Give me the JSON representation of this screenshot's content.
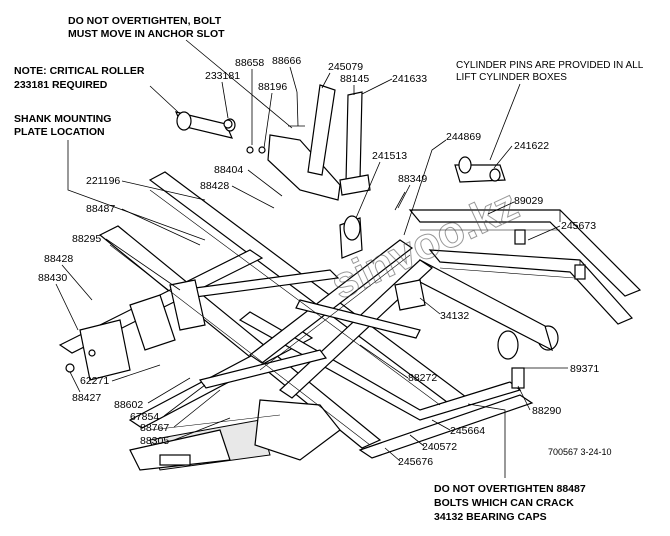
{
  "notes": {
    "top": [
      "DO NOT OVERTIGHTEN, BOLT",
      "MUST MOVE IN ANCHOR SLOT"
    ],
    "roller": [
      "NOTE: CRITICAL ROLLER",
      "233181 REQUIRED"
    ],
    "shank": [
      "SHANK MOUNTING",
      "PLATE LOCATION"
    ],
    "cylinder": [
      "CYLINDER PINS ARE PROVIDED IN ALL",
      "LIFT CYLINDER BOXES"
    ],
    "bottom": [
      "DO NOT OVERTIGHTEN 88487",
      "BOLTS WHICH CAN CRACK",
      "34132 BEARING CAPS"
    ]
  },
  "parts": {
    "p88658": "88658",
    "p88666": "88666",
    "p233181": "233181",
    "p88196": "88196",
    "p245079": "245079",
    "p88145": "88145",
    "p241633": "241633",
    "p244869": "244869",
    "p241622": "241622",
    "p241513": "241513",
    "p88404": "88404",
    "p88428a": "88428",
    "p88349": "88349",
    "p89029": "89029",
    "p221196": "221196",
    "p88487": "88487",
    "p245673": "245673",
    "p88295": "88295",
    "p88428b": "88428",
    "p88430": "88430",
    "p34132": "34132",
    "p89371": "89371",
    "p62271": "62271",
    "p88272": "88272",
    "p88427": "88427",
    "p88602": "88602",
    "p67854": "67854",
    "p88767": "88767",
    "p88290": "88290",
    "p88305": "88305",
    "p245664": "245664",
    "p240572": "240572",
    "p245676": "245676"
  },
  "drawing_id": "700567  3-24-10",
  "watermark": "sinvoo.kz"
}
